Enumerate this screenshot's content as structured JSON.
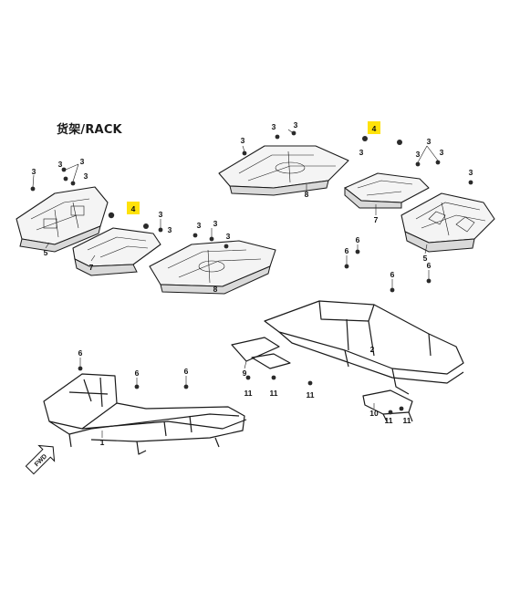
{
  "title": "货架/RACK",
  "callouts": {
    "c4a": "4",
    "c4b": "4",
    "c3_left_top": "3",
    "c3_left_a": "3",
    "c3_left_b": "3",
    "c3_left_c": "3",
    "c3_mid_a": "3",
    "c3_mid_b": "3",
    "c3_mid_c": "3",
    "c3_mid_d": "3",
    "c3_mid_e": "3",
    "c3_rt_a": "3",
    "c3_rt_b": "3",
    "c3_rt_c": "3",
    "c3_rt_d": "3",
    "c3_rt_e": "3",
    "c3_rt_f": "3",
    "c3_rt_g": "3",
    "c3_rt_h": "3",
    "c5_left": "5",
    "c5_right": "5",
    "c7_left": "7",
    "c7_right": "7",
    "c8_mid": "8",
    "c8_top": "8",
    "c6_a": "6",
    "c6_b": "6",
    "c6_c": "6",
    "c6_d": "6",
    "c6_e": "6",
    "c6_f": "6",
    "c6_g": "6",
    "c1": "1",
    "c2": "2",
    "c9": "9",
    "c10": "10",
    "c11_a": "11",
    "c11_b": "11",
    "c11_c": "11",
    "c11_d": "11",
    "c11_e": "11"
  },
  "fwd_label": "FWD",
  "highlight_color": "#ffe20a"
}
